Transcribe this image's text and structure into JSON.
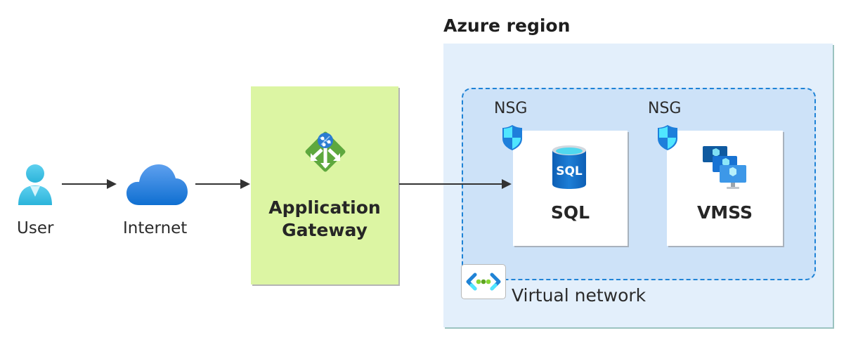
{
  "region": {
    "title": "Azure region"
  },
  "nodes": {
    "user": {
      "label": "User",
      "icon": "user-icon"
    },
    "internet": {
      "label": "Internet",
      "icon": "cloud-icon"
    },
    "app_gateway": {
      "label_line1": "Application",
      "label_line2": "Gateway",
      "icon": "application-gateway-icon"
    },
    "sql": {
      "label": "SQL",
      "icon": "sql-database-icon",
      "icon_text": "SQL",
      "nsg_label": "NSG"
    },
    "vmss": {
      "label": "VMSS",
      "icon": "vm-scale-set-icon",
      "nsg_label": "NSG"
    },
    "vnet": {
      "label": "Virtual network",
      "icon": "virtual-network-icon"
    }
  },
  "edges": [
    {
      "from": "User",
      "to": "Internet"
    },
    {
      "from": "Internet",
      "to": "Application Gateway"
    },
    {
      "from": "Application Gateway",
      "to": "SQL"
    }
  ],
  "colors": {
    "region_bg": "#e3effb",
    "vnet_bg": "#cde2f8",
    "vnet_border": "#1f83d6",
    "gateway_bg": "#dcf5a3",
    "arrow": "#333333"
  }
}
